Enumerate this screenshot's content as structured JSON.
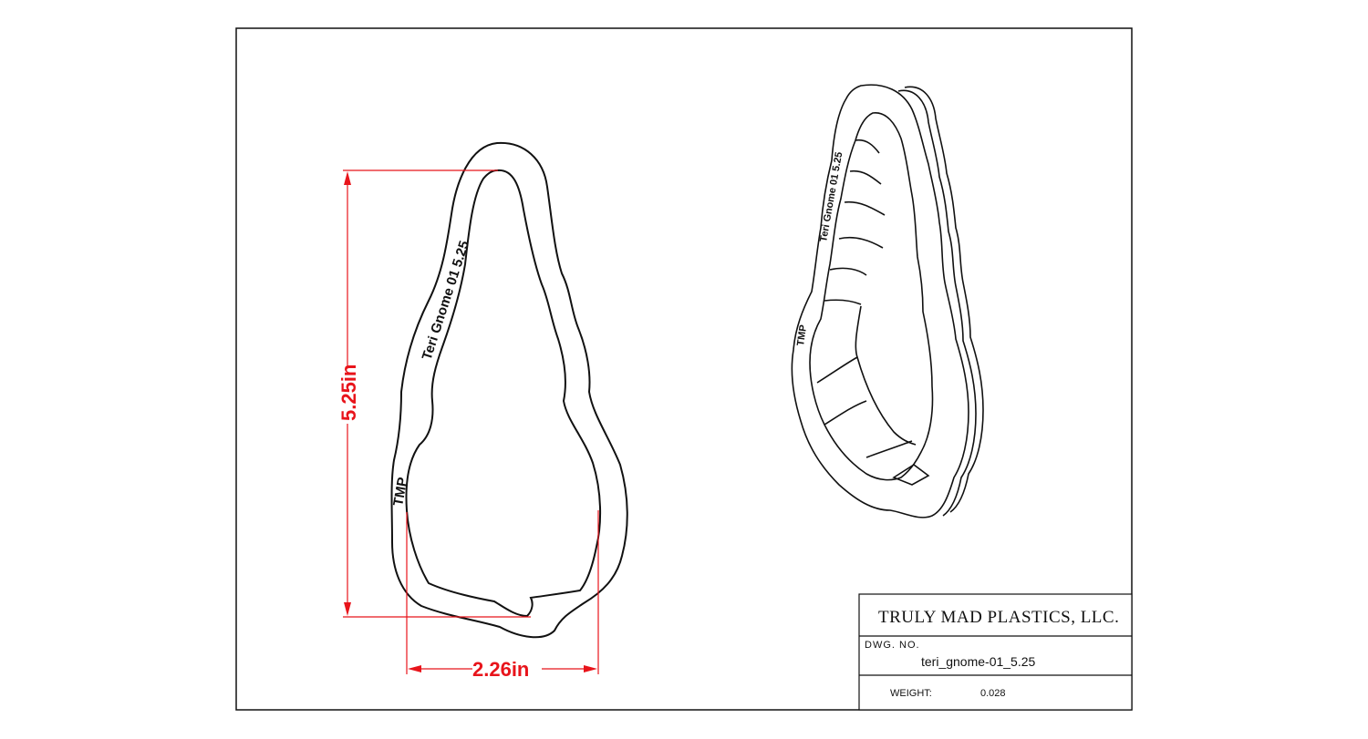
{
  "dimensions": {
    "height_label": "5.25in",
    "width_label": "2.26in",
    "color": "#e8141b"
  },
  "engraving": {
    "name_text": "Teri Gnome 01  5.25",
    "maker_text": "TMP",
    "iso_name_text": "Teri Gnome 01  5.25",
    "iso_maker_text": "TMP"
  },
  "title_block": {
    "company": "TRULY MAD PLASTICS, LLC.",
    "dwg_no_label": "DWG.  NO.",
    "dwg_no_value": "teri_gnome-01_5.25",
    "weight_label": "WEIGHT:",
    "weight_value": "0.028"
  }
}
